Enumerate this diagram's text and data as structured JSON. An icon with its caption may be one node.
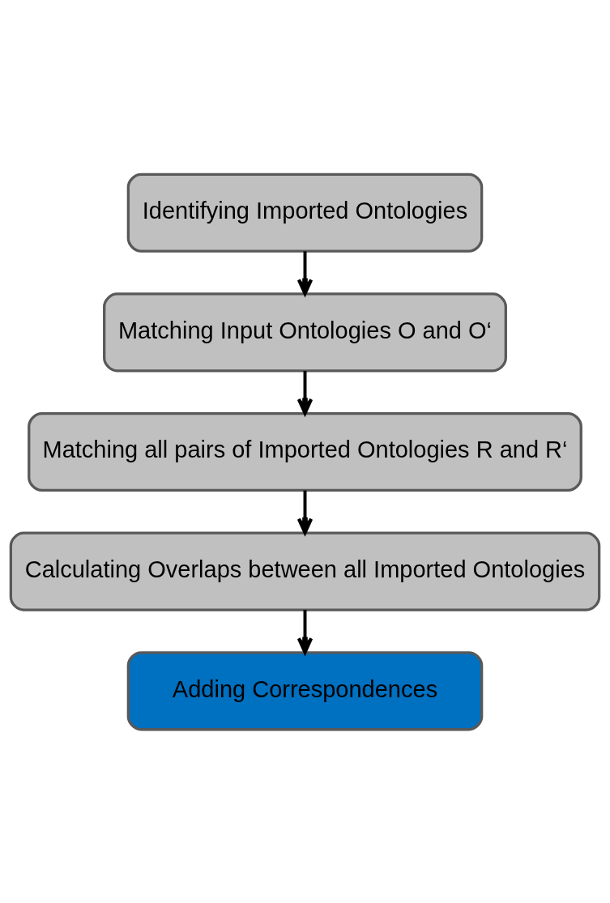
{
  "diagram": {
    "nodes": [
      {
        "text": [
          "Identifying Imported Ontologies"
        ]
      },
      {
        "text": [
          "Matching Input Ontologies O and O‘"
        ]
      },
      {
        "text": [
          "Matching all pairs of Imported Ontologies R and R‘"
        ]
      },
      {
        "text": [
          "Calculating Overlaps between all Imported Ontologies"
        ]
      },
      {
        "text": [
          "Adding Correspondences"
        ]
      }
    ],
    "edges": [
      {
        "from": 0,
        "to": 1,
        "arrow": "to"
      },
      {
        "from": 1,
        "to": 2,
        "arrow": "to"
      },
      {
        "from": 2,
        "to": 3,
        "arrow": "to"
      },
      {
        "from": 3,
        "to": 4,
        "arrow": "to"
      }
    ]
  }
}
